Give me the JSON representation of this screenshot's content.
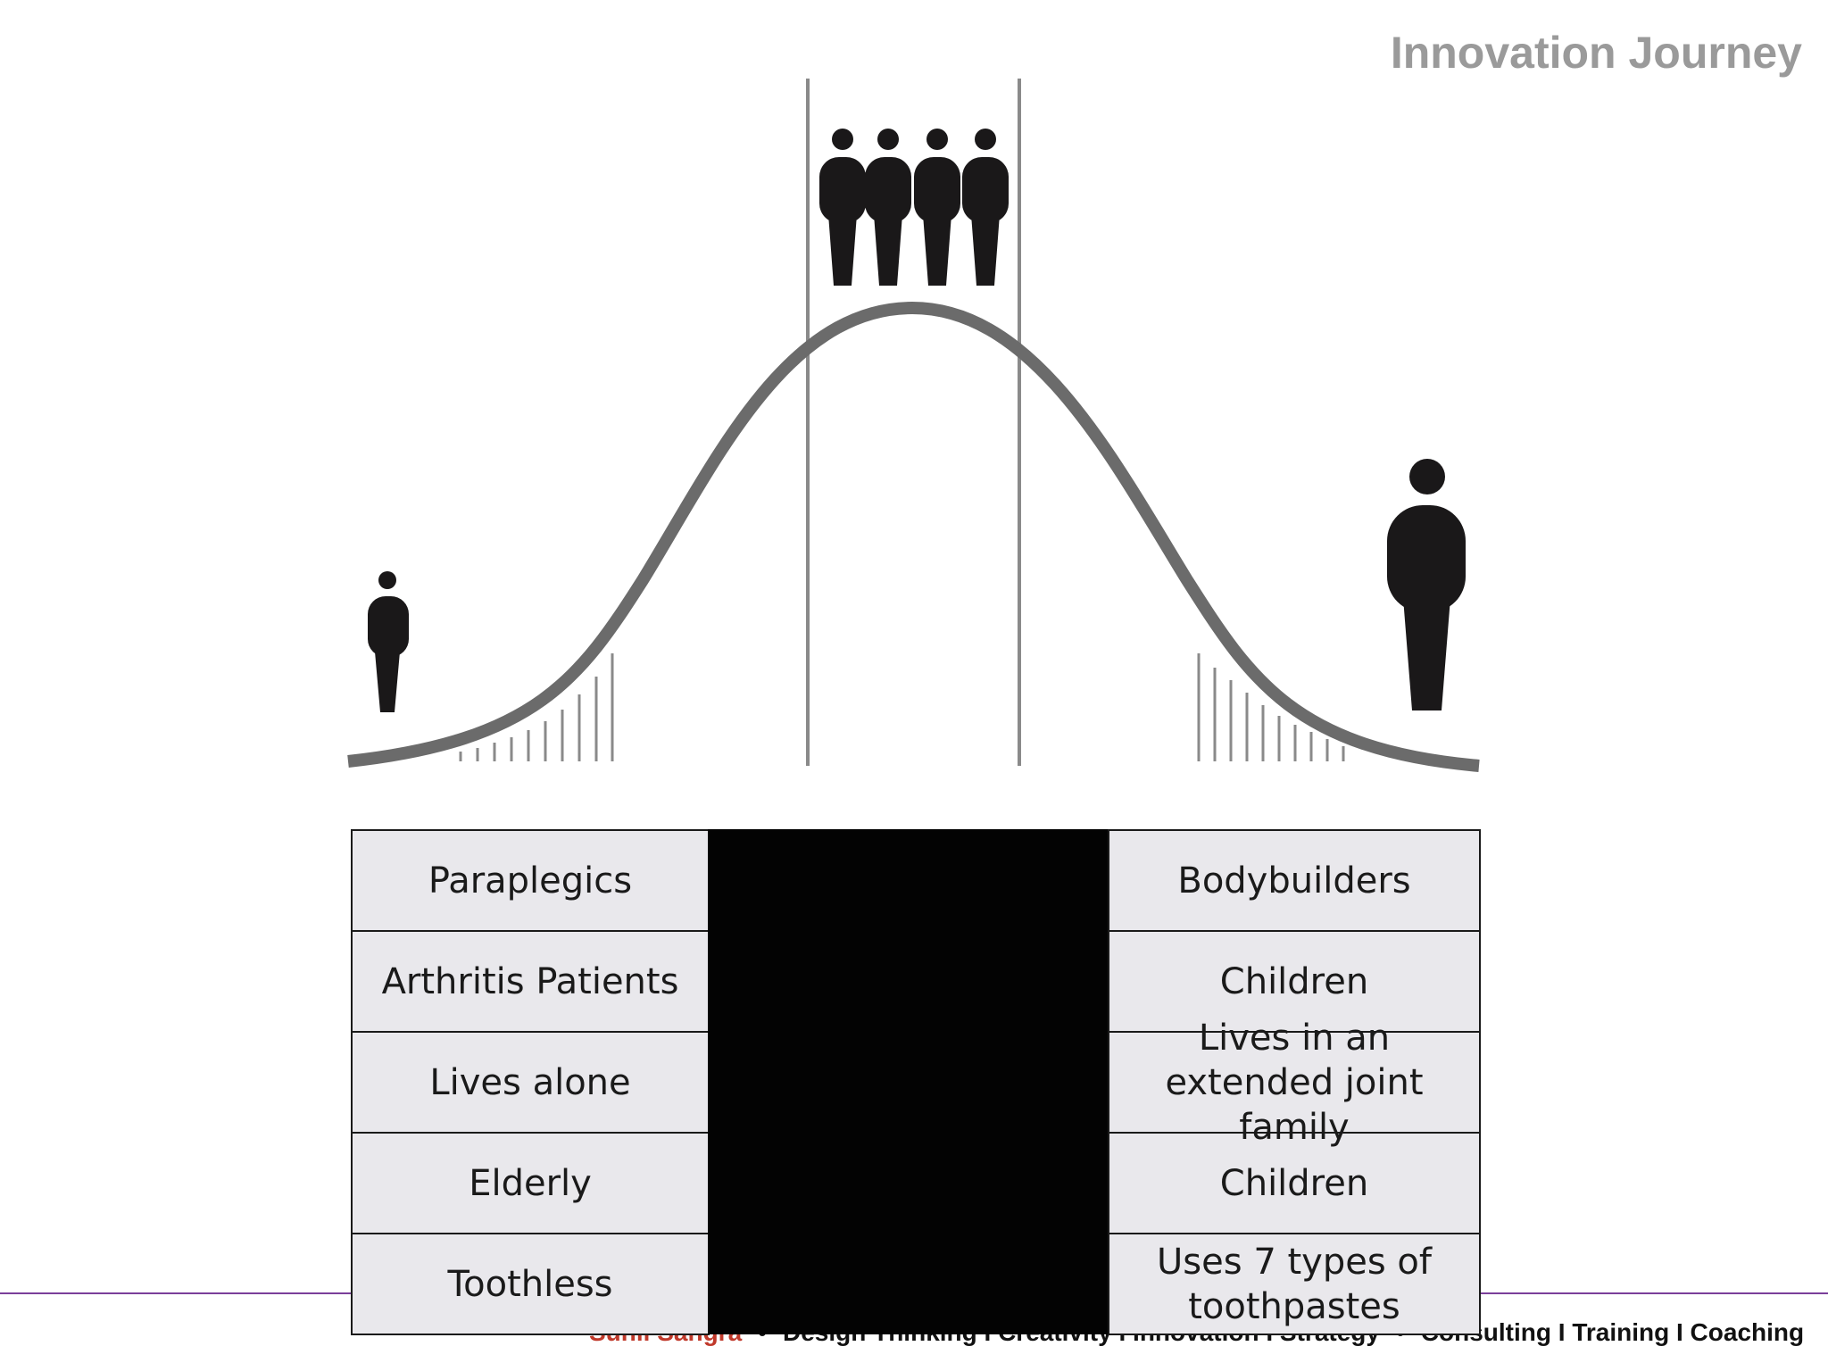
{
  "slide": {
    "title": "Innovation Journey"
  },
  "diagram": {
    "type": "bell-curve",
    "left_segment": [
      "Paraplegics",
      "Arthritis Patients",
      "Lives alone",
      "Elderly",
      "Toothless"
    ],
    "right_segment": [
      "Bodybuilders",
      "Children",
      "Lives in an extended joint family",
      "Children",
      "Uses 7 types of toothpastes"
    ],
    "middle_figures_count": 4
  },
  "footer": {
    "author": "Sunil Sangra",
    "separator": "•",
    "tagline": "Design Thinking I Creativity I Innovation I Strategy",
    "services": "Consulting I Training I Coaching"
  },
  "colors": {
    "curve": "#6b6b6b",
    "figure": "#1a1819",
    "cell_bg": "#e9e8ec",
    "middle_block": "#030303",
    "footer_line": "#7b3f9a",
    "author": "#c0392b"
  }
}
